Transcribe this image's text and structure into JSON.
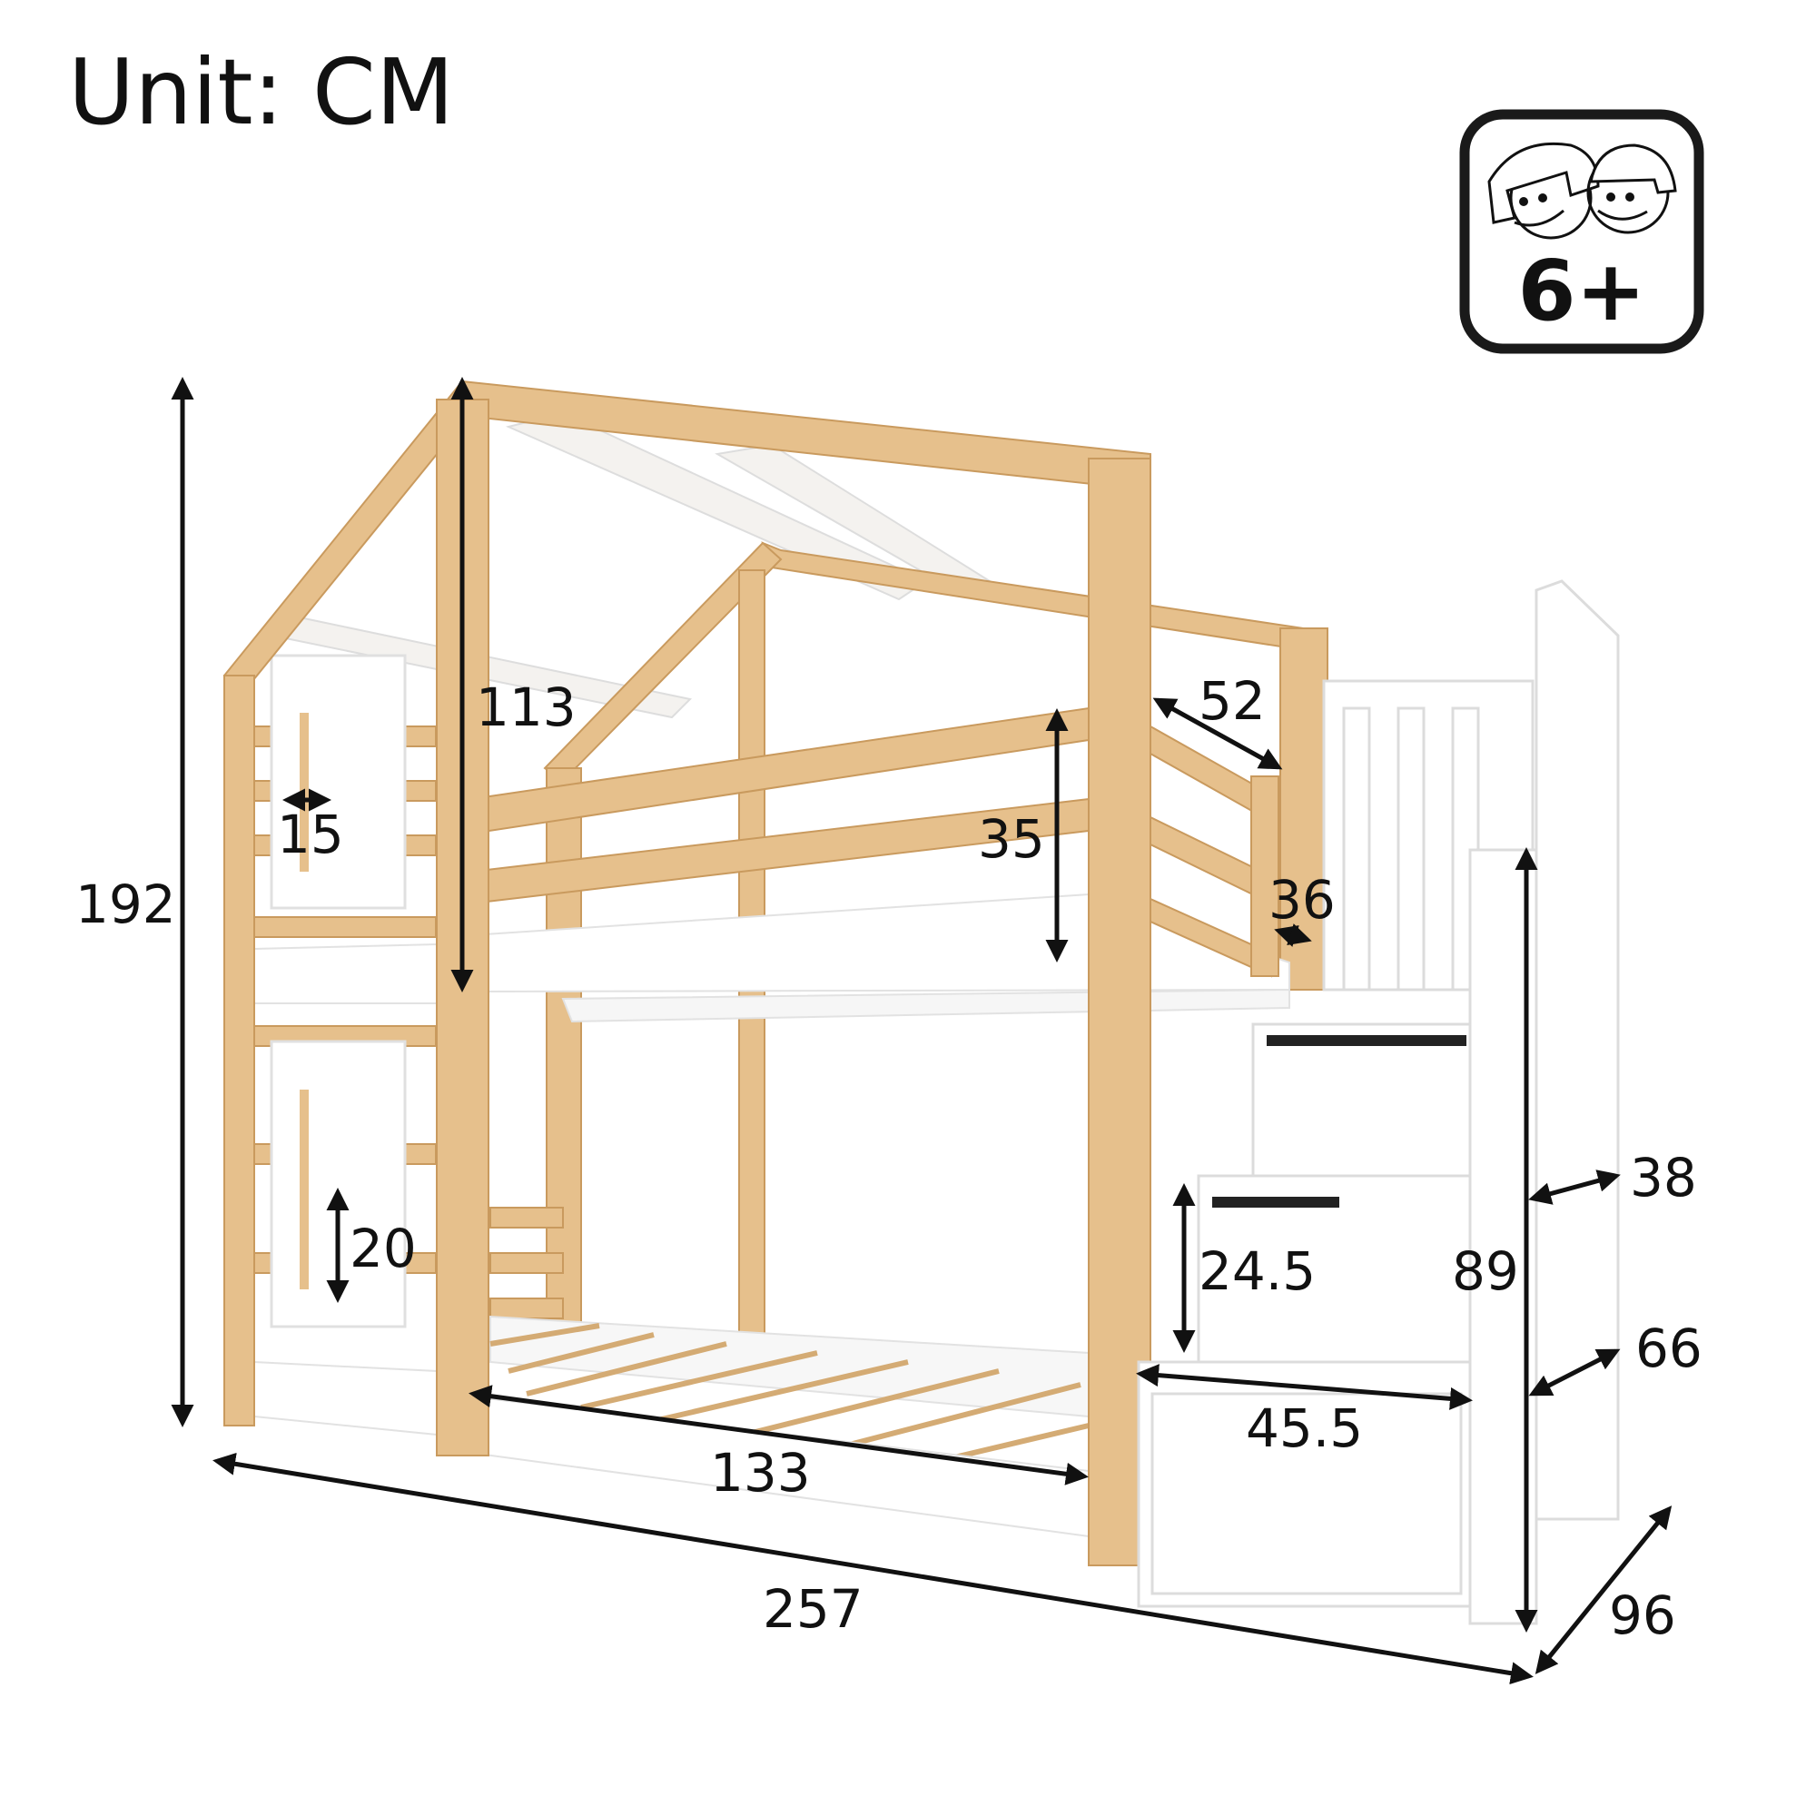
{
  "header": {
    "unit_label": "Unit: CM"
  },
  "badge": {
    "age_text": "6+",
    "icon": "children-faces-icon"
  },
  "colors": {
    "wood": "#e6c08c",
    "wood_dark": "#c99a5e",
    "white_panel": "#ffffff",
    "arrow": "#111111"
  },
  "dimensions": {
    "total_height": "192",
    "upper_height": "113",
    "guard_rail_height": "35",
    "ladder_opening": "52",
    "window_width": "15",
    "rail_gap": "36",
    "window_height": "20",
    "step_height": "24.5",
    "stair_height": "89",
    "step_depth": "38",
    "stair_depth": "66",
    "total_length": "257",
    "bed_length": "133",
    "stair_width": "45.5",
    "total_width": "96"
  }
}
